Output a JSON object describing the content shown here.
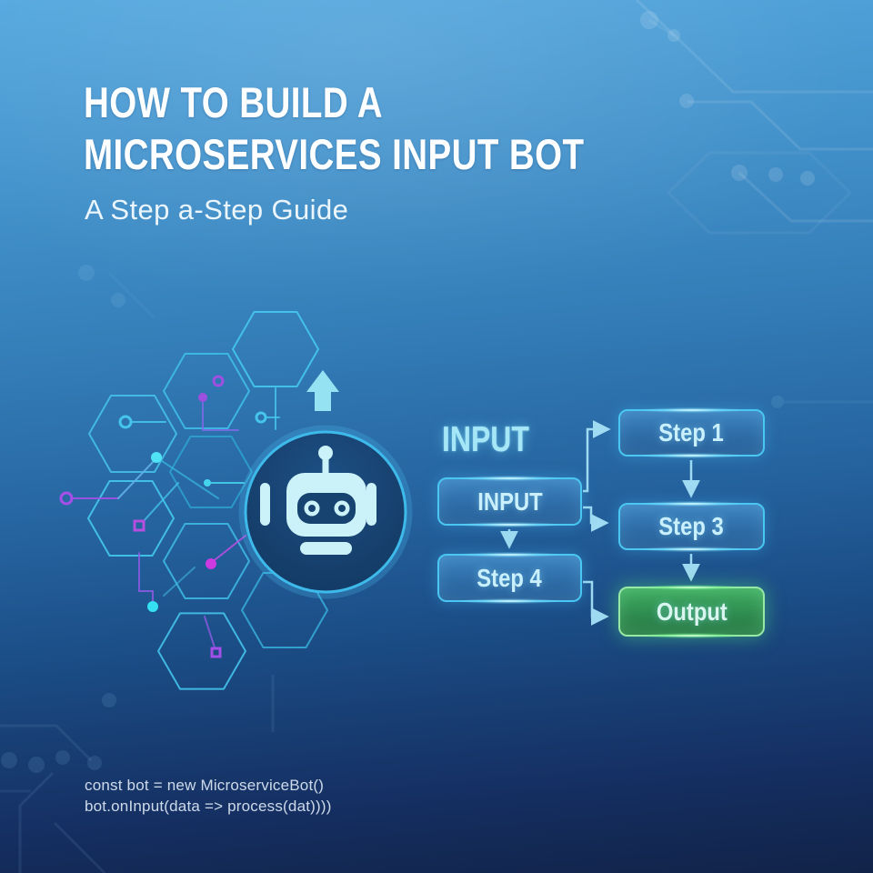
{
  "poster": {
    "title_line1": "HOW TO BUILD A",
    "title_line2": "MICROSERVICES INPUT BOT",
    "subtitle": "A Step a-Step Guide"
  },
  "flowchart": {
    "heading": "INPUT",
    "nodes": [
      {
        "id": "input",
        "label": "INPUT",
        "style": "blue"
      },
      {
        "id": "step1",
        "label": "Step 1",
        "style": "blue"
      },
      {
        "id": "step3",
        "label": "Step 3",
        "style": "blue"
      },
      {
        "id": "step4",
        "label": "Step 4",
        "style": "blue"
      },
      {
        "id": "output",
        "label": "Output",
        "style": "green"
      }
    ],
    "edges": [
      {
        "from": "INPUT",
        "to": "Step 1"
      },
      {
        "from": "INPUT",
        "to": "Step 3"
      },
      {
        "from": "INPUT",
        "to": "Step 4"
      },
      {
        "from": "Step 1",
        "to": "Step 3"
      },
      {
        "from": "Step 3",
        "to": "Output"
      },
      {
        "from": "Step 4",
        "to": "Output"
      }
    ]
  },
  "code_snippet": {
    "line1": "const bot = new MicroserviceBot()",
    "line2": "bot.onInput(data => process(dat))))"
  },
  "icons": {
    "robot": "robot-icon",
    "up_arrow": "up-arrow-icon",
    "hexagons": "hexagon-circuit-decoration",
    "circuit": "circuit-traces-decoration"
  },
  "colors": {
    "bg_top": "#53A7DE",
    "bg_bottom": "#122550",
    "accent_cyan": "#4AC6F2",
    "accent_green": "#98E8A6",
    "accent_purple": "#A44FE8",
    "node_text": "#C9F0FC"
  }
}
